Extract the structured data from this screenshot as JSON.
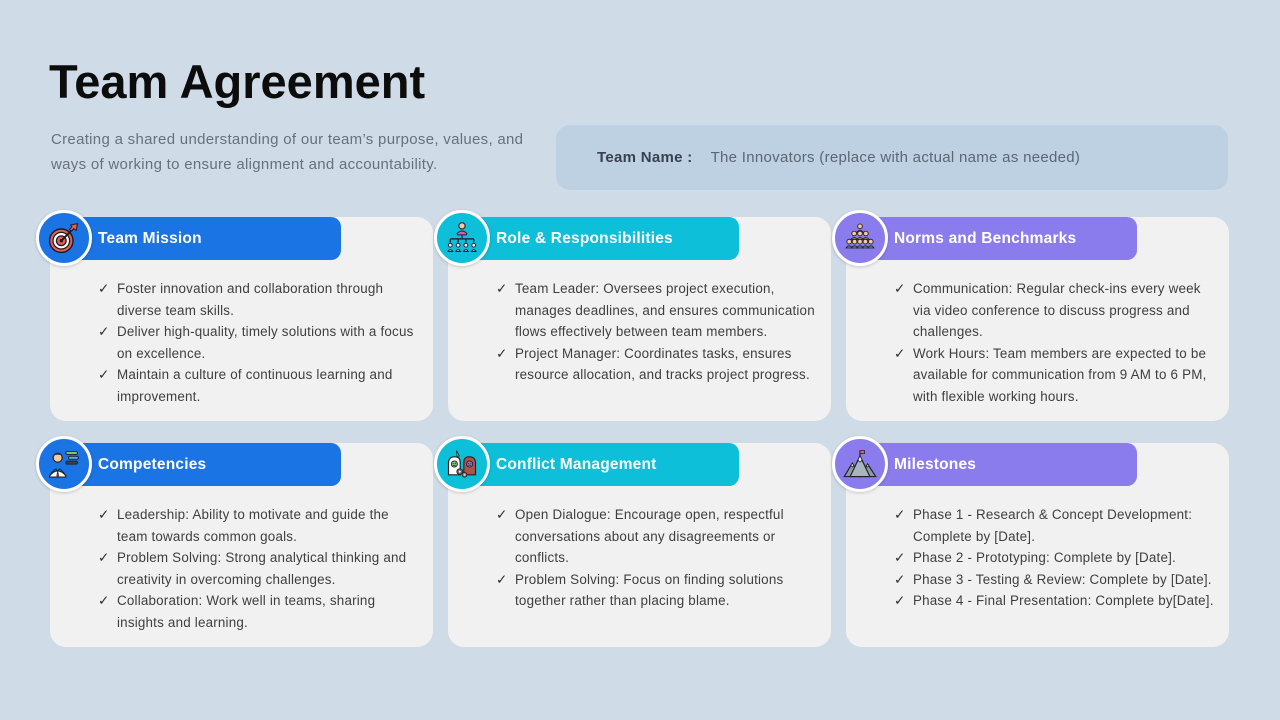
{
  "header": {
    "title": "Team Agreement",
    "subtitle": "Creating a shared understanding of our team’s purpose, values, and ways of working to ensure alignment and accountability.",
    "team_name": {
      "label": "Team Name :",
      "value": "The Innovators (replace with actual name as needed)"
    }
  },
  "colors": {
    "background": "#cfdce8",
    "team_name_box": "#bdd1e3",
    "card_body": "#f1f1f1",
    "accent_blue": "#1b74e4",
    "accent_cyan": "#0dbfd9",
    "accent_purple": "#8b7cee",
    "header_text": "#ffffff",
    "body_text": "#3e3e3e"
  },
  "checkmark": "✓",
  "cards": [
    {
      "id": "team-mission",
      "title": "Team Mission",
      "accent": "#1b74e4",
      "icon": "target-dartboard-icon",
      "items": [
        "Foster innovation and collaboration through diverse team skills.",
        "Deliver high-quality, timely solutions with a focus on excellence.",
        "Maintain a culture of continuous learning and improvement."
      ]
    },
    {
      "id": "role-responsibilities",
      "title": "Role & Responsibilities",
      "accent": "#0dbfd9",
      "icon": "org-chart-icon",
      "items": [
        "Team Leader: Oversees project execution, manages deadlines, and ensures communication flows effectively between team members.",
        "Project Manager: Coordinates tasks, ensures resource allocation, and tracks project progress."
      ]
    },
    {
      "id": "norms-benchmarks",
      "title": "Norms and Benchmarks",
      "accent": "#8b7cee",
      "icon": "crowd-pyramid-icon",
      "items": [
        "Communication: Regular check-ins every week via video conference to discuss progress and challenges.",
        "Work Hours: Team members are expected to be available for communication from 9 AM to 6 PM, with flexible working hours."
      ]
    },
    {
      "id": "competencies",
      "title": "Competencies",
      "accent": "#1b74e4",
      "icon": "businessman-skills-icon",
      "items": [
        "Leadership: Ability to motivate and guide the team towards common goals.",
        "Problem Solving: Strong analytical thinking and creativity in overcoming challenges.",
        "Collaboration: Work well in teams, sharing insights and learning."
      ]
    },
    {
      "id": "conflict-management",
      "title": "Conflict Management",
      "accent": "#0dbfd9",
      "icon": "conflict-heads-icon",
      "items": [
        "Open Dialogue: Encourage open, respectful conversations about any disagreements or conflicts.",
        "Problem Solving: Focus on finding solutions together rather than placing blame."
      ]
    },
    {
      "id": "milestones",
      "title": "Milestones",
      "accent": "#8b7cee",
      "icon": "mountains-flag-icon",
      "items": [
        "Phase 1 - Research & Concept Development: Complete by [Date].",
        "Phase 2 - Prototyping: Complete by [Date].",
        "Phase 3 - Testing & Review: Complete by [Date].",
        "Phase 4 - Final Presentation: Complete by[Date]."
      ]
    }
  ]
}
